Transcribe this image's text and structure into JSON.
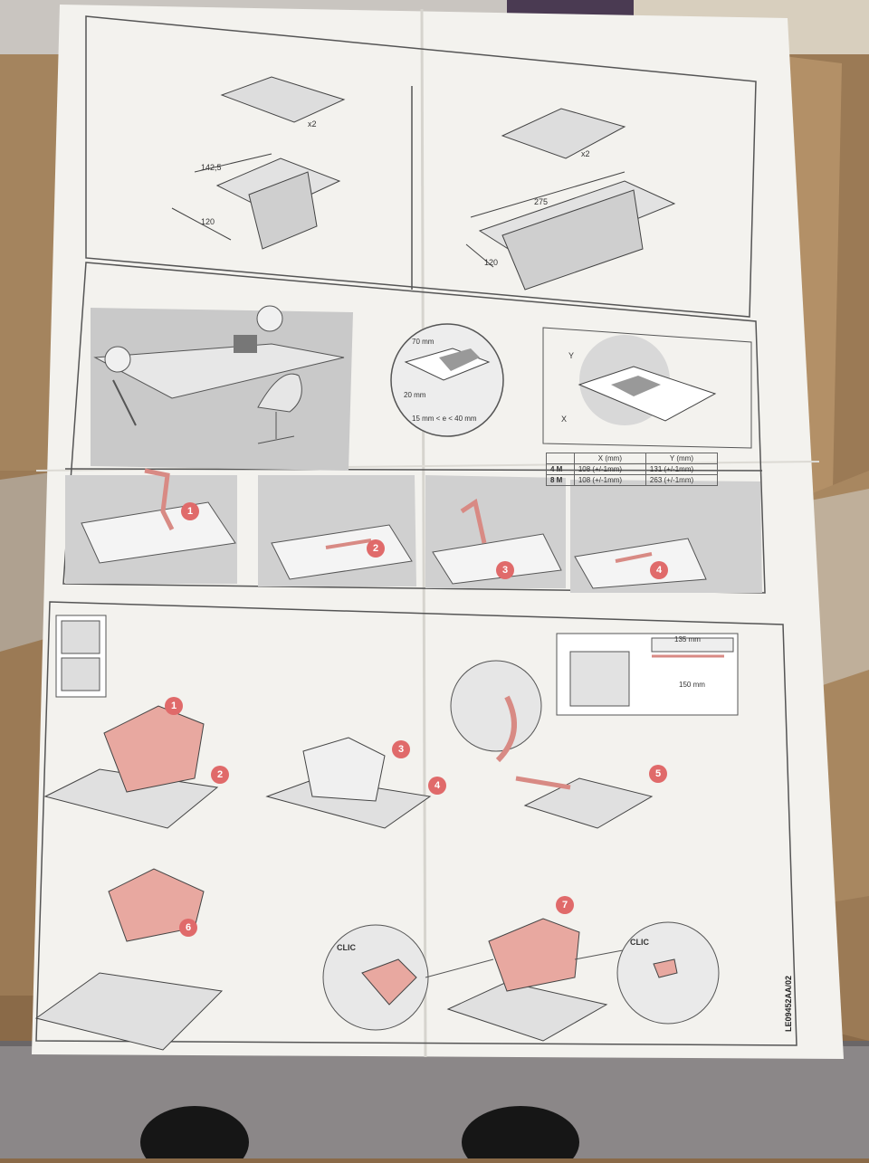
{
  "dimensions": {
    "single": {
      "width": "142,5",
      "depth": "120",
      "qty": "x2"
    },
    "double": {
      "width": "275",
      "depth": "120",
      "qty": "x2"
    }
  },
  "desk_section": {
    "hole_offset": "70 mm",
    "thickness_min": "20 mm",
    "thickness_range": "15 mm < e < 40 mm"
  },
  "cutout_table": {
    "headers": [
      "",
      "X (mm)",
      "Y (mm)"
    ],
    "rows": [
      [
        "4 M",
        "108 (+/-1mm)",
        "131 (+/-1mm)"
      ],
      [
        "8 M",
        "108 (+/-1mm)",
        "263 (+/-1mm)"
      ]
    ],
    "axis_x": "X",
    "axis_y": "Y"
  },
  "cable": {
    "strip_length": "135 mm",
    "total_length": "150 mm"
  },
  "install_steps": [
    "1",
    "2",
    "3",
    "4"
  ],
  "assembly_steps": [
    "1",
    "2",
    "3",
    "4",
    "5",
    "6",
    "7"
  ],
  "clic_label": "CLIC",
  "document_id": "LE09452AA/02",
  "colors": {
    "paper": "#f3f2ee",
    "cardboard": "#9b7a55",
    "accent_pink": "#e8a8a0",
    "step_red": "#e06a6a",
    "line": "#555555"
  }
}
